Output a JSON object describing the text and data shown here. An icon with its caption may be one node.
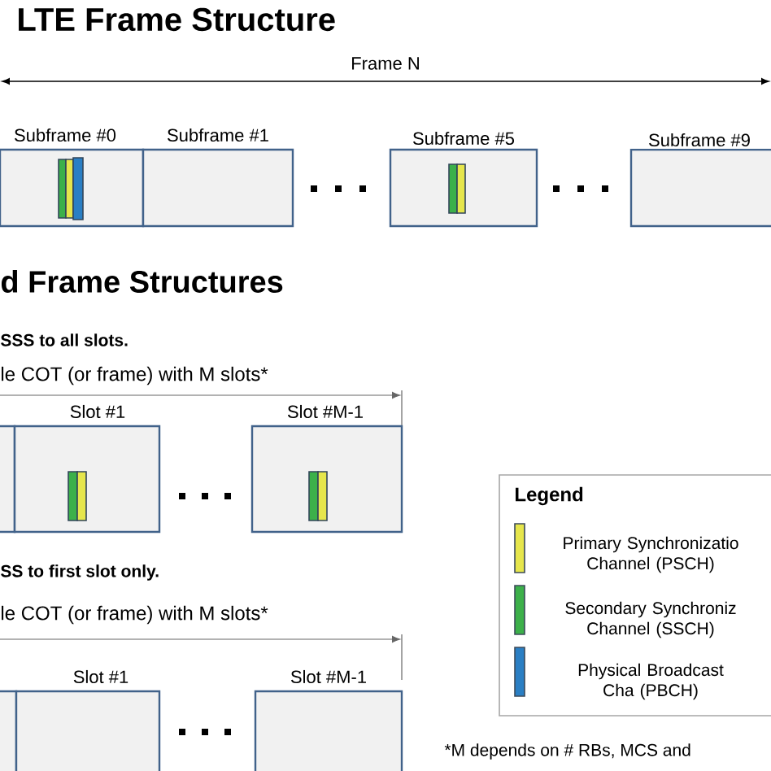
{
  "diagram": {
    "nodes": [
      {
        "text": [
          "Subframe #0"
        ]
      },
      {
        "text": [
          "Subframe #1"
        ]
      },
      {
        "text": [
          "Subframe #5"
        ]
      },
      {
        "text": [
          "Subframe #9"
        ]
      },
      {
        "text": [],
        "shape": "box"
      },
      {
        "text": [
          "Slot #1"
        ]
      },
      {
        "text": [
          "Slot #M-1"
        ]
      },
      {
        "text": [],
        "shape": "box"
      },
      {
        "text": [
          "Slot #1"
        ]
      },
      {
        "text": [
          "Slot #M-1"
        ]
      }
    ],
    "edges": [],
    "labels": [
      "LTE Frame Structure",
      "Frame N",
      "d Frame Structures",
      "SSS to all slots.",
      "le COT (or frame) with M slots*",
      "Legend",
      "SS to first slot only.",
      "le COT (or frame) with M slots*",
      "*M depends on # RBs, MCS and"
    ],
    "legend": [
      {
        "text": "Primary Synchronizatio Channel (PSCH)",
        "color": "#e6e64c"
      },
      {
        "text": "Secondary Synchroniz Channel (SSCH)",
        "color": "#3cb04a"
      },
      {
        "text": "Physical Broadcast Cha (PBCH)",
        "color": "#2a7fc4"
      }
    ]
  }
}
